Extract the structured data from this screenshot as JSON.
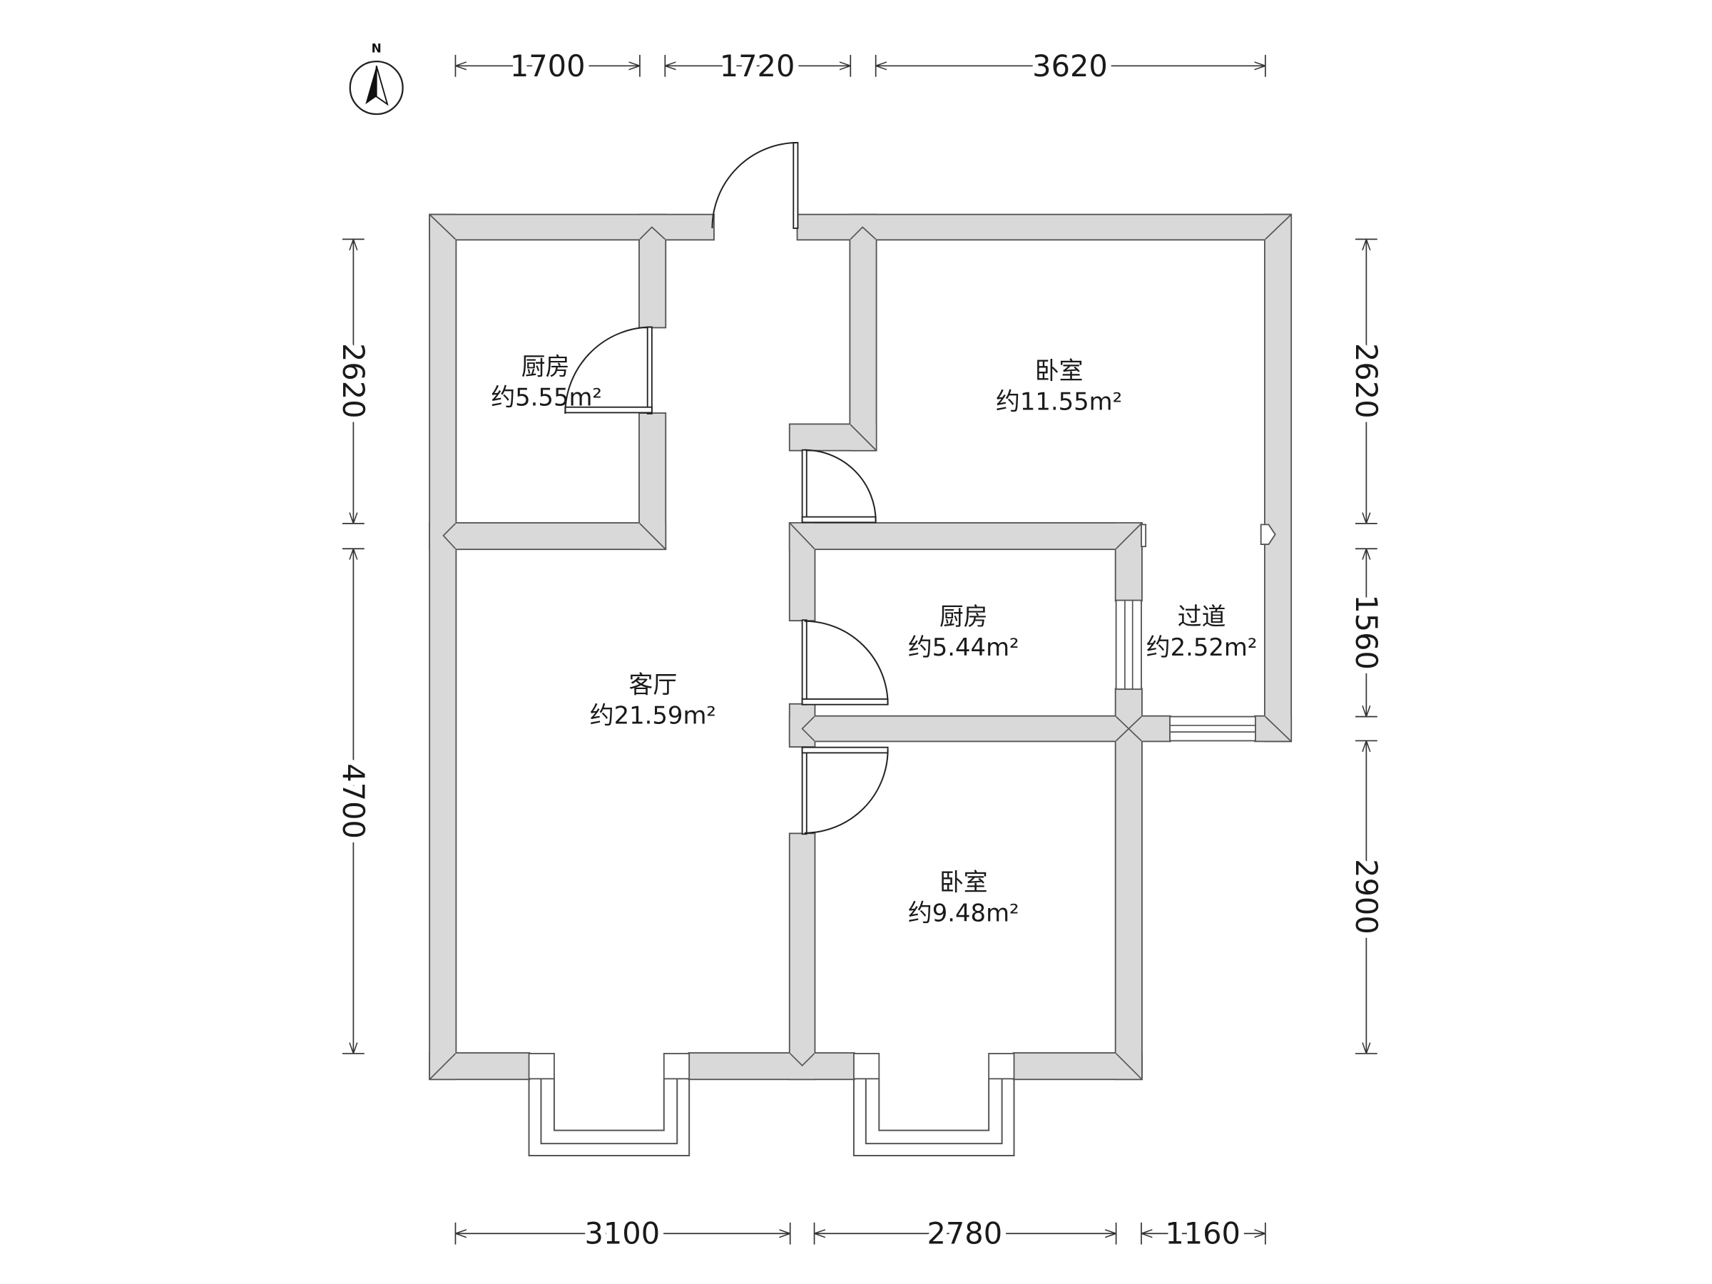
{
  "compass": {
    "label": "N"
  },
  "dimensions": {
    "top": [
      1700,
      1720,
      3620
    ],
    "left": [
      2620,
      4700
    ],
    "right": [
      2620,
      1560,
      2900
    ],
    "bottom": [
      3100,
      2780,
      1160
    ]
  },
  "rooms": {
    "kitchen_top": {
      "name": "厨房",
      "area": "约5.55m²"
    },
    "bedroom_top": {
      "name": "卧室",
      "area": "约11.55m²"
    },
    "kitchen_middle": {
      "name": "厨房",
      "area": "约5.44m²"
    },
    "corridor": {
      "name": "过道",
      "area": "约2.52m²"
    },
    "living_room": {
      "name": "客厅",
      "area": "约21.59m²"
    },
    "bedroom_bottom": {
      "name": "卧室",
      "area": "约9.48m²"
    }
  },
  "colors": {
    "wall_fill": "#d9d9d9",
    "wall_stroke": "#555555"
  }
}
